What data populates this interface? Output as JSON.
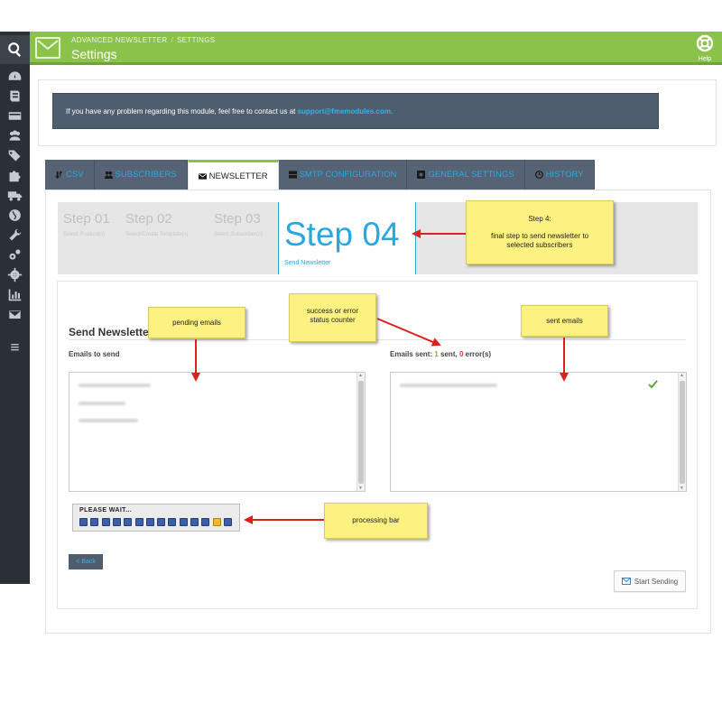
{
  "header": {
    "breadcrumb": [
      "ADVANCED NEWSLETTER",
      "SETTINGS"
    ],
    "title": "Settings",
    "help_label": "Help"
  },
  "info": {
    "text": "If you have any problem regarding this module, feel free to contact us at ",
    "email": "support@fmemodules.com."
  },
  "tabs": [
    {
      "label": "CSV",
      "icon": "import-icon",
      "active": false
    },
    {
      "label": "SUBSCRIBERS",
      "icon": "users-icon",
      "active": false
    },
    {
      "label": "NEWSLETTER",
      "icon": "envelope-icon",
      "active": true
    },
    {
      "label": "SMTP CONFIGURATION",
      "icon": "server-icon",
      "active": false
    },
    {
      "label": "GENERAL SETTINGS",
      "icon": "gear-icon",
      "active": false
    },
    {
      "label": "HISTORY",
      "icon": "clock-icon",
      "active": false
    }
  ],
  "steps": [
    {
      "name": "Step 01",
      "sub": "Select Product(s)"
    },
    {
      "name": "Step 02",
      "sub": "Select/Create Template(s)"
    },
    {
      "name": "Step 03",
      "sub": "Select Subscriber(s)"
    },
    {
      "name": "Step 04",
      "sub": "Send Newsletter",
      "active": true
    }
  ],
  "send": {
    "title": "Send Newsletter",
    "emails_to_send_label": "Emails to send",
    "sent_prefix": "Emails sent: ",
    "sent_count": "1",
    "sent_mid": " sent, ",
    "error_count": "0",
    "error_suffix": " error(s)",
    "progress_label": "PLEASE WAIT...",
    "progress": {
      "total_cells": 14,
      "active_cell": 12
    },
    "back_label": "< Back",
    "start_label": "Start Sending"
  },
  "annotations": {
    "step4": [
      "Step 4:",
      "final step to send newsletter to selected subscribers"
    ],
    "pending": "pending emails",
    "counter": [
      "success or error",
      "status counter"
    ],
    "sent": "sent emails",
    "processing": "processing bar"
  },
  "colors": {
    "header_green": "#8bc34a",
    "accent_blue": "#29a8df",
    "sidebar": "#2b3036",
    "note_yellow": "#fdf281",
    "arrow_red": "#d9211e"
  }
}
